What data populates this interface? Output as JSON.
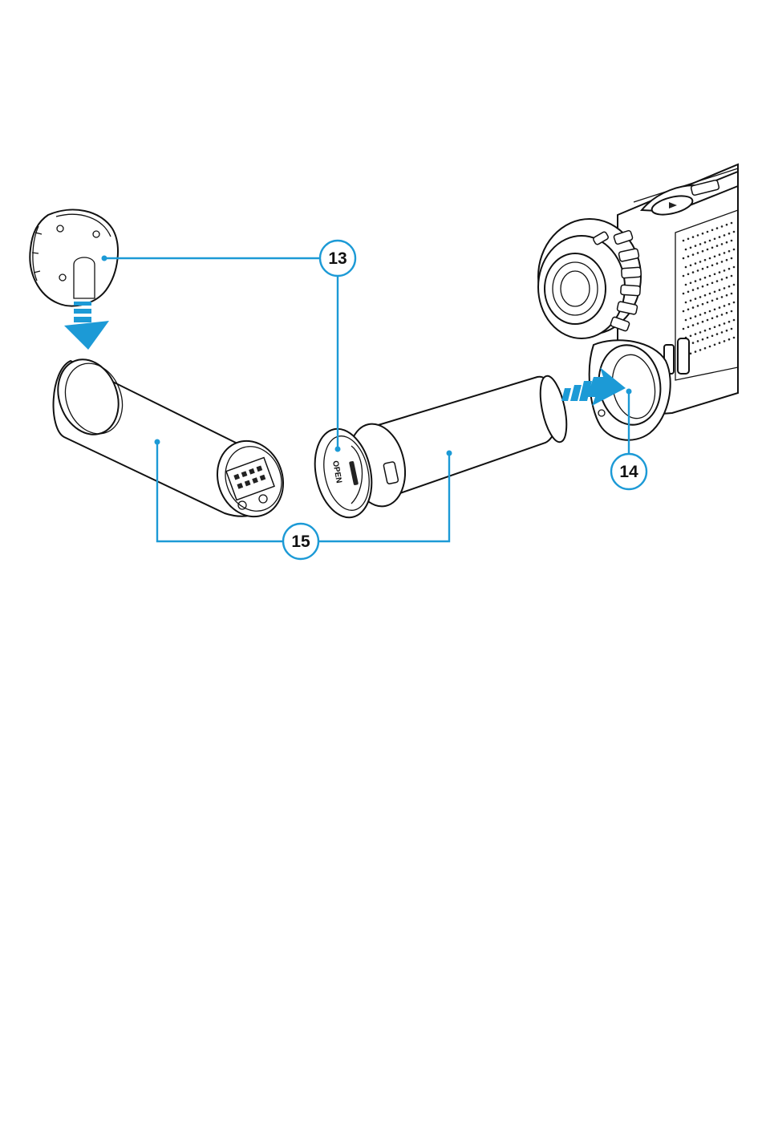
{
  "diagram": {
    "callouts": [
      {
        "id": "13",
        "label": "13",
        "target": "battery-cap"
      },
      {
        "id": "14",
        "label": "14",
        "target": "battery-compartment"
      },
      {
        "id": "15",
        "label": "15",
        "target": "battery-pack"
      }
    ],
    "cap_engraving": "OPEN",
    "colors": {
      "leader": "#1c9ad6",
      "arrow": "#1c9ad6",
      "outline": "#111111",
      "background": "#ffffff"
    }
  }
}
